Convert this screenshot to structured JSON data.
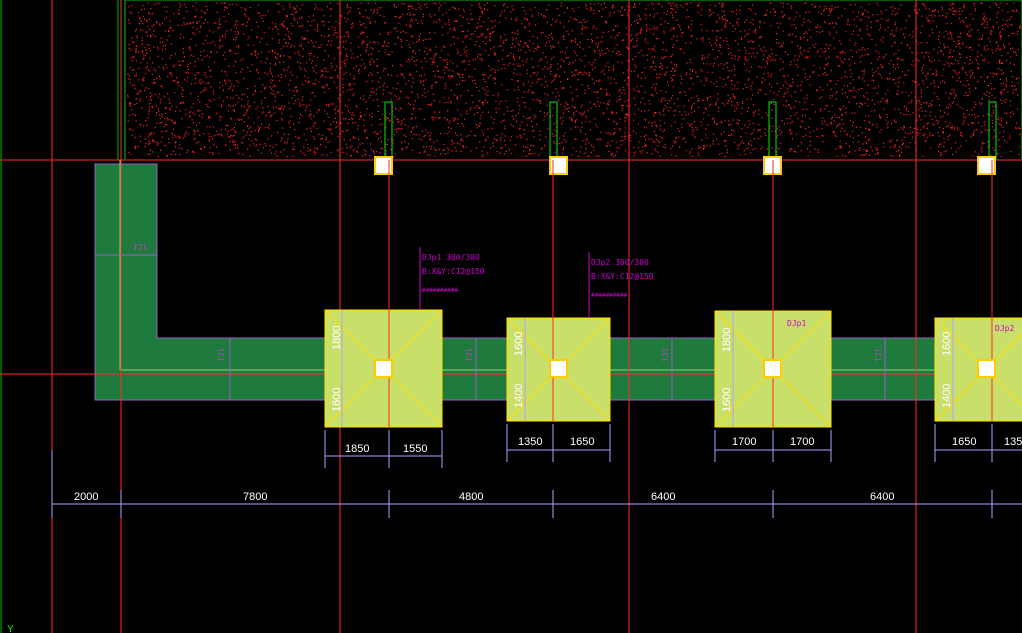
{
  "colors": {
    "background": "#000000",
    "slab_hatch": "#ff2020",
    "grid_line": "#ff2a2a",
    "beam_fill": "#1f7a3e",
    "footing_fill": "#c8e06a",
    "dimension": "#b89cff",
    "annotation": "#d000d0",
    "axis_label": "#00ff00"
  },
  "axis_label": "Y",
  "beam_labels": [
    "TJl",
    "TJl",
    "TJl",
    "TJl",
    "TJl"
  ],
  "footing_tags": [
    {
      "name": "DJp1",
      "size": "300/300",
      "rebar": "B:X&Y:C12@150",
      "extra": "##########"
    },
    {
      "name": "DJp2",
      "size": "300/300",
      "rebar": "B:X&Y:C12@150",
      "extra": "##########"
    }
  ],
  "footing_marks": [
    "DJp1",
    "DJp2"
  ],
  "footings": [
    {
      "w_left": "1850",
      "w_right": "1550",
      "h_top": "1800",
      "h_bottom": "1600"
    },
    {
      "w_left": "1350",
      "w_right": "1650",
      "h_top": "1600",
      "h_bottom": "1400"
    },
    {
      "w_left": "1700",
      "w_right": "1700",
      "h_top": "1800",
      "h_bottom": "1600"
    },
    {
      "w_left": "1650",
      "w_right": "135",
      "h_top": "1600",
      "h_bottom": "1400"
    }
  ],
  "axis_dims": [
    "2000",
    "7800",
    "4800",
    "6400",
    "6400"
  ]
}
